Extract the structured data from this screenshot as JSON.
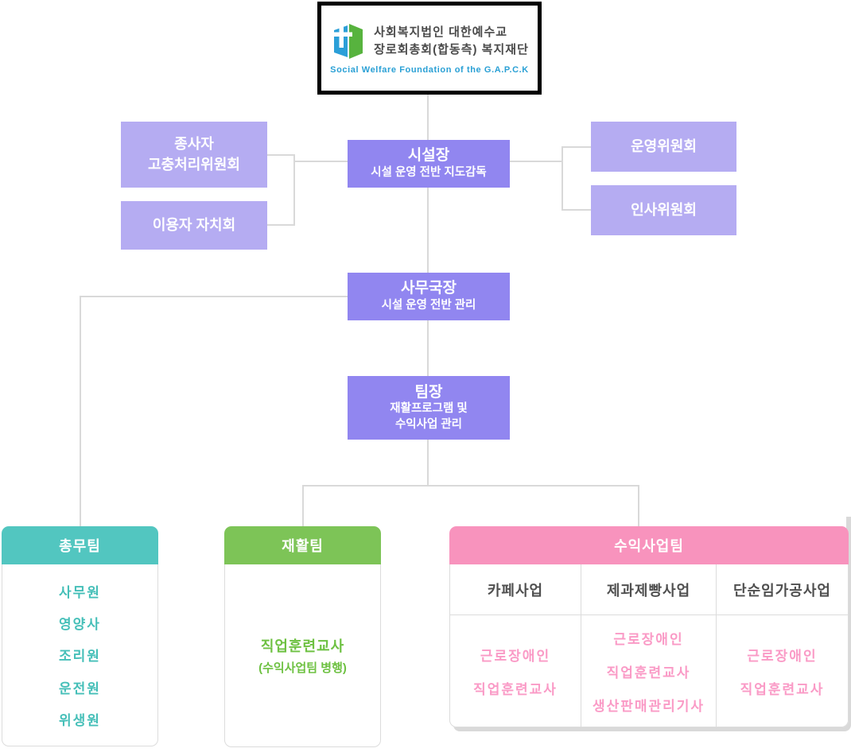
{
  "colors": {
    "node_purple": "#9186f0",
    "node_light_purple": "#b5acf2",
    "team_teal": "#52c6c0",
    "team_teal_text": "#45bfb8",
    "team_green": "#7dc457",
    "team_green_text": "#6ec142",
    "team_pink": "#f893bd",
    "team_pink_text": "#fa9ac6",
    "connector_gray": "#d9d9d9",
    "logo_blue": "#2b9fd8",
    "logo_green": "#57b33e",
    "logo_text_blue": "#2aa0d5"
  },
  "logo": {
    "icon": "open-book-with-cross-icon",
    "org_line1": "사회복지법인 대한예수교",
    "org_line2": "장로회총회(합동측) 복지재단",
    "org_line3": "Social Welfare Foundation of the G.A.P.C.K"
  },
  "nodes": {
    "worker_committee": {
      "line1": "종사자",
      "line2": "고충처리위원회"
    },
    "user_council": {
      "title": "이용자 자치회"
    },
    "operating_committee": {
      "title": "운영위원회"
    },
    "hr_committee": {
      "title": "인사위원회"
    },
    "director": {
      "title": "시설장",
      "subtitle": "시설 운영 전반 지도감독"
    },
    "office_head": {
      "title": "사무국장",
      "subtitle": "시설 운영 전반 관리"
    },
    "team_leader": {
      "title": "팀장",
      "subtitle_line1": "재활프로그램 및",
      "subtitle_line2": "수익사업 관리"
    }
  },
  "teams": {
    "general": {
      "name": "총무팀",
      "members": [
        "사무원",
        "영양사",
        "조리원",
        "운전원",
        "위생원"
      ]
    },
    "rehab": {
      "name": "재활팀",
      "member": "직업훈련교사",
      "note": "(수익사업팀 병행)"
    },
    "business": {
      "name": "수익사업팀",
      "columns": [
        {
          "title": "카페사업",
          "members": [
            "근로장애인",
            "직업훈련교사"
          ]
        },
        {
          "title": "제과제빵사업",
          "members": [
            "근로장애인",
            "직업훈련교사",
            "생산판매관리기사"
          ]
        },
        {
          "title": "단순임가공사업",
          "members": [
            "근로장애인",
            "직업훈련교사"
          ]
        }
      ]
    }
  }
}
